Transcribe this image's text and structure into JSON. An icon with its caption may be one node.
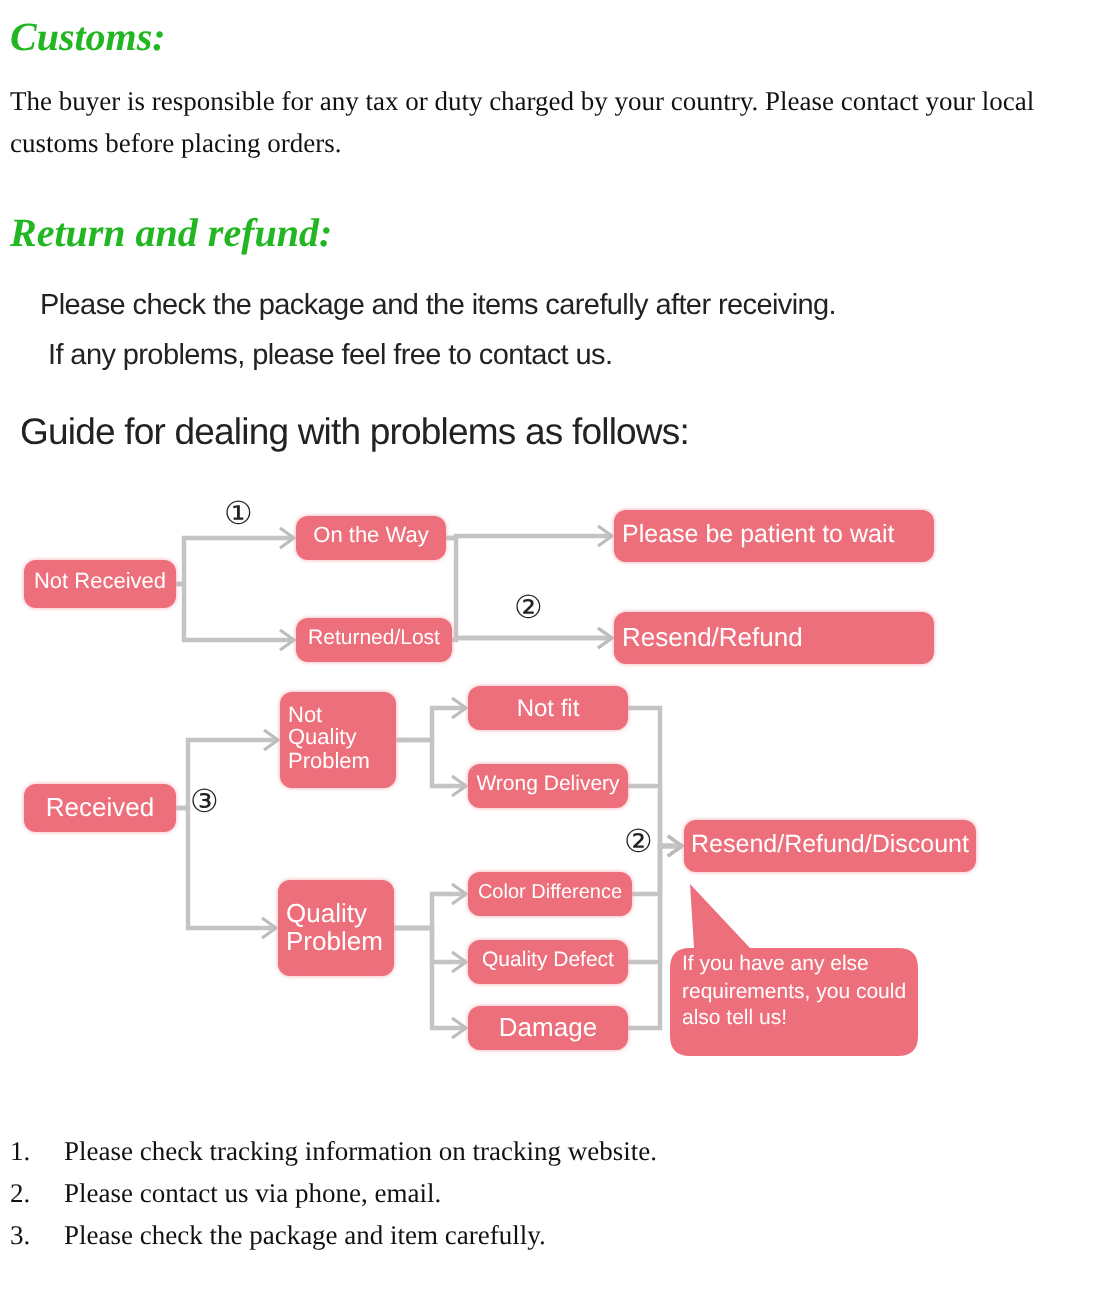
{
  "diagram": {
    "title": "Guide for dealing with problems as follows:",
    "nodes": [
      {
        "text": [
          "Not Received"
        ]
      },
      {
        "text": [
          "On the Way"
        ]
      },
      {
        "text": [
          "Returned/Lost"
        ]
      },
      {
        "text": [
          "Please be patient to wait"
        ]
      },
      {
        "text": [
          "Resend/Refund"
        ]
      },
      {
        "text": [
          "Received"
        ]
      },
      {
        "text": [
          "Not Quality Problem"
        ]
      },
      {
        "text": [
          "Not fit"
        ]
      },
      {
        "text": [
          "Wrong Delivery"
        ]
      },
      {
        "text": [
          "Quality Problem"
        ]
      },
      {
        "text": [
          "Color Difference"
        ]
      },
      {
        "text": [
          "Quality Defect"
        ]
      },
      {
        "text": [
          "Damage"
        ]
      },
      {
        "text": [
          "Resend/Refund/Discount"
        ]
      },
      {
        "text": [
          "If you have any else requirements, you could also tell us!"
        ]
      }
    ],
    "edges": [
      {
        "from": 0,
        "to": 1,
        "arrow": "to"
      },
      {
        "from": 0,
        "to": 2,
        "arrow": "to"
      },
      {
        "from": 1,
        "to": 3,
        "arrow": "to"
      },
      {
        "from": 1,
        "to": 4,
        "arrow": "to"
      },
      {
        "from": 2,
        "to": 4,
        "arrow": "to"
      },
      {
        "from": 5,
        "to": 6,
        "arrow": "to"
      },
      {
        "from": 5,
        "to": 9,
        "arrow": "to"
      },
      {
        "from": 6,
        "to": 7,
        "arrow": "to"
      },
      {
        "from": 6,
        "to": 8,
        "arrow": "to"
      },
      {
        "from": 9,
        "to": 10,
        "arrow": "to"
      },
      {
        "from": 9,
        "to": 11,
        "arrow": "to"
      },
      {
        "from": 9,
        "to": 12,
        "arrow": "to"
      },
      {
        "from": 7,
        "to": 13,
        "arrow": "to"
      },
      {
        "from": 8,
        "to": 13,
        "arrow": "to"
      },
      {
        "from": 10,
        "to": 13,
        "arrow": "to"
      },
      {
        "from": 11,
        "to": 13,
        "arrow": "to"
      },
      {
        "from": 12,
        "to": 13,
        "arrow": "to"
      }
    ],
    "labels": [
      "Customs:",
      "The buyer is responsible for any tax or duty charged by your country. Please contact your local customs before placing orders.",
      "Return and refund:",
      "Please check the package and the items carefully after receiving.",
      "If any problems, please feel free to contact us.",
      "①",
      "②",
      "③",
      "②",
      "1.",
      "Please check tracking information on tracking website.",
      "2.",
      "Please contact us via phone, email.",
      "3.",
      "Please check the package and item carefully."
    ]
  }
}
